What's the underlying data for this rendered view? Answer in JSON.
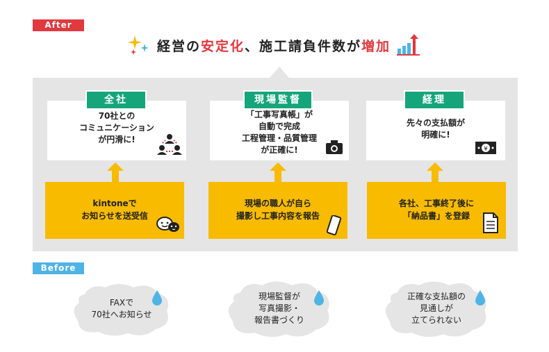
{
  "tags": {
    "after": "After",
    "before": "Before"
  },
  "headline": {
    "part1": "経営の",
    "highlight1": "安定化",
    "part2": "、施工請負件数が",
    "highlight2": "増加"
  },
  "columns": [
    {
      "label": "全社",
      "result": "70社との\nコミュニケーション\nが円滑に!",
      "action": "kintoneで\nお知らせを送受信"
    },
    {
      "label": "現場監督",
      "result": "「工事写真帳」が\n自動で完成\n工程管理・品質管理\nが正確に!",
      "action": "現場の職人が自ら\n撮影し工事内容を報告"
    },
    {
      "label": "経理",
      "result": "先々の支払額が\n明確に!",
      "action": "各社、工事終了後に\n「納品書」を登録"
    }
  ],
  "before": [
    "FAXで\n70社へお知らせ",
    "現場監督が\n写真撮影・\n報告書づくり",
    "正確な支払額の\n見通しが\n立てられない"
  ],
  "colors": {
    "red": "#e0393e",
    "green": "#16a57b",
    "yellow": "#f8bb00",
    "blue": "#4fb4e5",
    "panel": "#e5e5e5"
  }
}
